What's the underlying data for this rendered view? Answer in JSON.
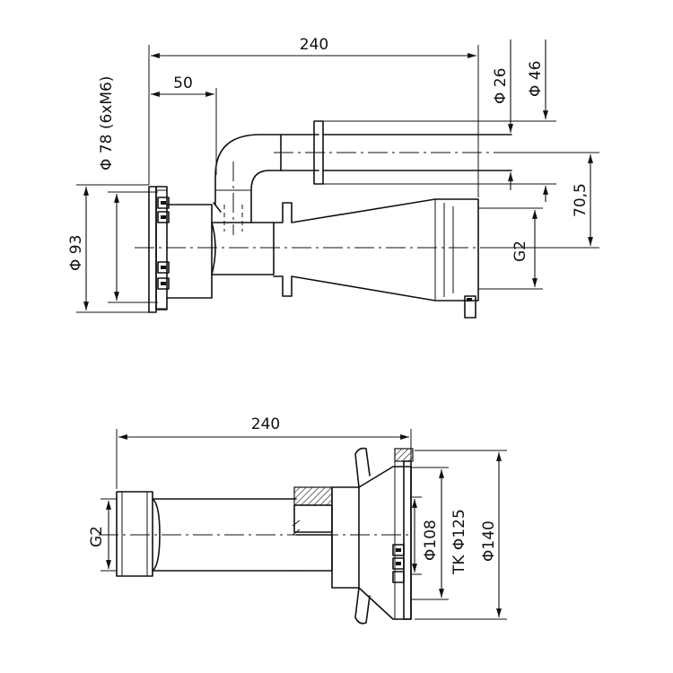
{
  "side_view": {
    "dim_total_length": "240",
    "dim_offset": "50",
    "dim_bolt_circle": "Φ 78 (6xM6)",
    "dim_flange_dia": "Φ 93",
    "dim_pipe_small": "Φ 26",
    "dim_pipe_large": "Φ 46",
    "dim_height": "70,5",
    "dim_thread": "G2"
  },
  "bottom_view": {
    "dim_total_length": "240",
    "dim_thread": "G2",
    "dim_inner_dia": "Φ108",
    "dim_bolt_circle": "TK Φ125",
    "dim_outer_dia": "Φ140"
  }
}
